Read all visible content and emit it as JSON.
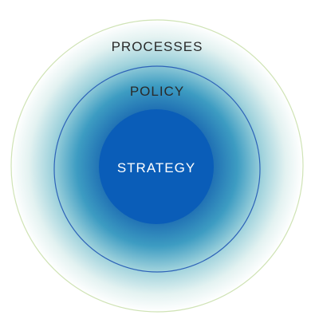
{
  "diagram": {
    "outer": {
      "label": "PROCESSES",
      "label_color": "#2a2a2a",
      "stroke_color": "#cfe3b5"
    },
    "middle": {
      "label": "POLICY",
      "label_color": "#2a2a2a",
      "stroke_color": "#2e63b8"
    },
    "inner": {
      "label": "STRATEGY",
      "label_color": "#ffffff",
      "fill_color": "#0a5db8"
    },
    "gradient_colors": {
      "center": "#0c5aa6",
      "mid": "#3a9fc4",
      "light": "#bfe3e8",
      "edge": "#ffffff"
    }
  }
}
